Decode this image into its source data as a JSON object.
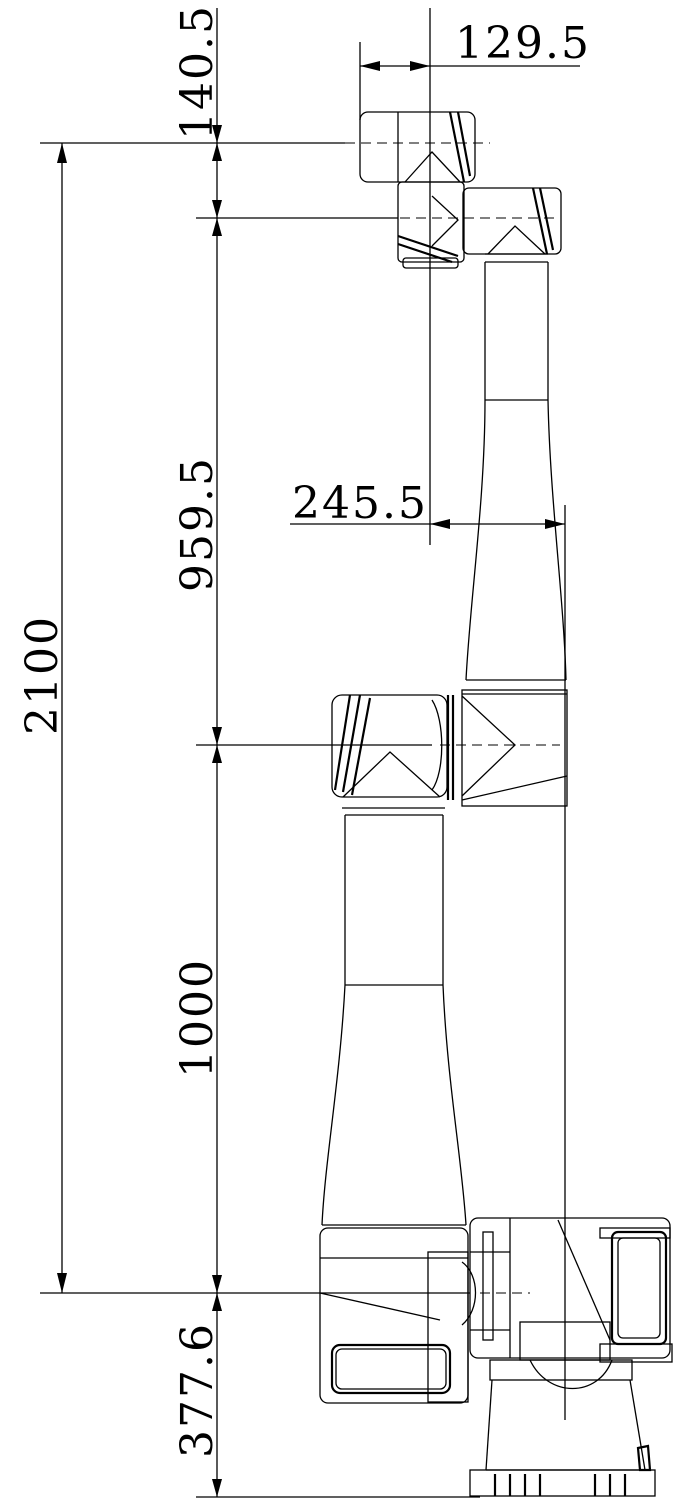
{
  "dimensions": {
    "top_offset": "140.5",
    "top_width": "129.5",
    "forearm_offset": "245.5",
    "upper_arm": "959.5",
    "total_height": "2100",
    "lower_arm": "1000",
    "base_height": "377.6"
  },
  "colors": {
    "line": "#000000",
    "background": "#ffffff"
  }
}
